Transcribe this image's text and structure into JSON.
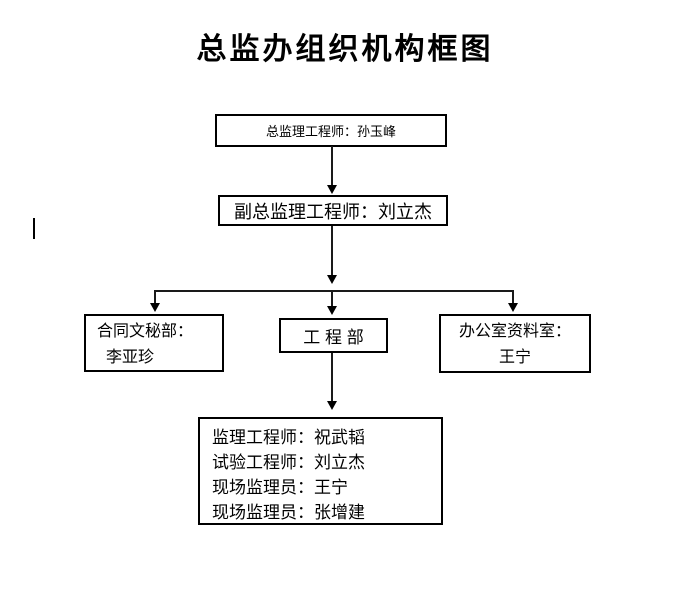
{
  "title": "总监办组织机构框图",
  "nodes": {
    "chief": {
      "label": "总监理工程师：孙玉峰"
    },
    "deputy": {
      "label": "副总监理工程师：刘立杰"
    },
    "contract": {
      "line1": "合同文秘部：",
      "line2": "李亚珍"
    },
    "engineering": {
      "label": "工 程 部"
    },
    "office": {
      "line1": "办公室资料室：",
      "line2": "王宁"
    },
    "staff": {
      "lines": [
        "监理工程师：祝武韬",
        "试验工程师：刘立杰",
        "现场监理员：王宁",
        "现场监理员：张增建"
      ]
    }
  },
  "colors": {
    "background": "#ffffff",
    "text": "#000000",
    "line": "#000000"
  }
}
